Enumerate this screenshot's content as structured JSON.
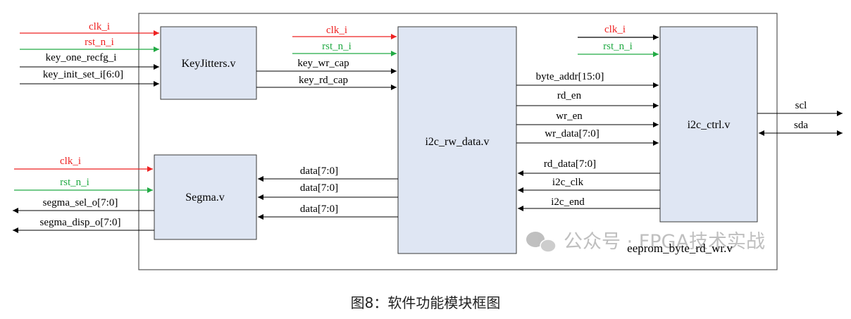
{
  "diagram": {
    "top_module": "eeprom_byte_rd_wr.v",
    "caption": "图8：软件功能模块框图",
    "watermark": "公众号 · FPGA技术实战",
    "colors": {
      "clk": "#ee2222",
      "rst": "#22aa44",
      "box_fill": "#dfe6f3",
      "line": "#000000"
    },
    "modules": {
      "keyjitters": "KeyJitters.v",
      "segma": "Segma.v",
      "i2c_rw_data": "i2c_rw_data.v",
      "i2c_ctrl": "i2c_ctrl.v"
    },
    "signals": {
      "kj_clk": "clk_i",
      "kj_rst": "rst_n_i",
      "kj_key_one": "key_one_recfg_i",
      "kj_key_init": "key_init_set_i[6:0]",
      "key_wr_cap": "key_wr_cap",
      "key_rd_cap": "key_rd_cap",
      "rw_clk": "clk_i",
      "rw_rst": "rst_n_i",
      "seg_clk": "clk_i",
      "seg_rst": "rst_n_i",
      "seg_sel": "segma_sel_o[7:0]",
      "seg_disp": "segma_disp_o[7:0]",
      "data1": "data[7:0]",
      "data2": "data[7:0]",
      "data3": "data[7:0]",
      "ctrl_clk": "clk_i",
      "ctrl_rst": "rst_n_i",
      "byte_addr": "byte_addr[15:0]",
      "rd_en": "rd_en",
      "wr_en": "wr_en",
      "wr_data": "wr_data[7:0]",
      "rd_data": "rd_data[7:0]",
      "i2c_clk": "i2c_clk",
      "i2c_end": "i2c_end",
      "scl": "scl",
      "sda": "sda"
    }
  }
}
